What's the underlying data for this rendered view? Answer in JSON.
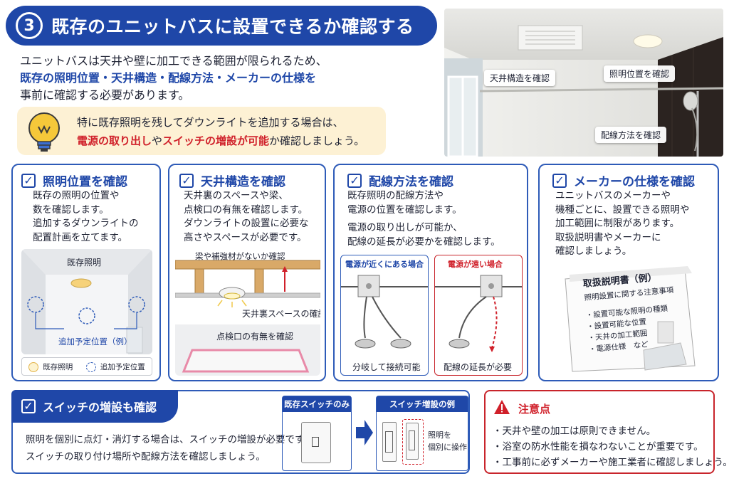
{
  "title": {
    "step": "3",
    "text": "既存のユニットバスに設置できるか確認する"
  },
  "intro": {
    "line1": "ユニットバスは天井や壁に加工できる範囲が限られるため、",
    "line2": "既存の照明位置・天井構造・配線方法・メーカーの仕様を",
    "line3": "事前に確認する必要があります。"
  },
  "tip": {
    "line1": "特に既存照明を残してダウンライトを追加する場合は、",
    "line2_red1": "電源の取り出し",
    "line2_mid": "や",
    "line2_red2": "スイッチの増設が可能",
    "line2_end": "か確認しましょう。"
  },
  "photo_tags": {
    "ceiling": "天井構造を確認",
    "lighting": "照明位置を確認",
    "wiring": "配線方法を確認"
  },
  "cards": [
    {
      "title": "照明位置を確認",
      "lines": [
        "既存の照明の位置や",
        "数を確認します。",
        "追加するダウンライトの",
        "配置計画を立てます。"
      ],
      "fig": {
        "existing": "既存照明",
        "planned": "追加予定位置（例）",
        "legend_existing": "既存照明",
        "legend_planned": "追加予定位置"
      }
    },
    {
      "title": "天井構造を確認",
      "lines": [
        "天井裏のスペースや梁、",
        "点検口の有無を確認します。",
        "ダウンライトの設置に必要な",
        "高さやスペースが必要です。"
      ],
      "fig": {
        "beam": "梁や補強材がないか確認",
        "space": "天井裏スペースの確認",
        "hatch": "点検口の有無を確認"
      }
    },
    {
      "title": "配線方法を確認",
      "lines": [
        "既存照明の配線方法や",
        "電源の位置を確認します。",
        "電源の取り出しが可能か、",
        "配線の延長が必要かを確認します。"
      ],
      "fig": {
        "near": "電源が近くにある場合",
        "far": "電源が遠い場合",
        "near_caption": "分岐して接続可能",
        "far_caption": "配線の延長が必要"
      }
    },
    {
      "title": "メーカーの仕様を確認",
      "lines": [
        "ユニットバスのメーカーや",
        "機種ごとに、設置できる照明や",
        "加工範囲に制限があります。",
        "取扱説明書やメーカーに",
        "確認しましょう。"
      ],
      "fig": {
        "doc_title": "取扱説明書（例）",
        "doc_sub": "照明設置に関する注意事項",
        "items": [
          "・設置可能な照明の種類",
          "・設置可能な位置",
          "・天井の加工範囲",
          "・電源仕様　など"
        ]
      }
    }
  ],
  "switch_section": {
    "title": "スイッチの増設も確認",
    "line1": "照明を個別に点灯・消灯する場合は、スイッチの増設が必要です。",
    "line2": "スイッチの取り付け場所や配線方法を確認しましょう。",
    "before_label": "既存スイッチのみ",
    "after_label": "スイッチ増設の例",
    "note1": "照明を",
    "note2": "個別に操作"
  },
  "notice": {
    "title": "注意点",
    "items": [
      "・天井や壁の加工は原則できません。",
      "・浴室の防水性能を損なわないことが重要です。",
      "・工事前に必ずメーカーや施工業者に確認しましょう。"
    ]
  },
  "colors": {
    "brand_blue": "#1f47a8",
    "accent_red": "#d0202a",
    "tip_bg": "#fdf1d4"
  }
}
